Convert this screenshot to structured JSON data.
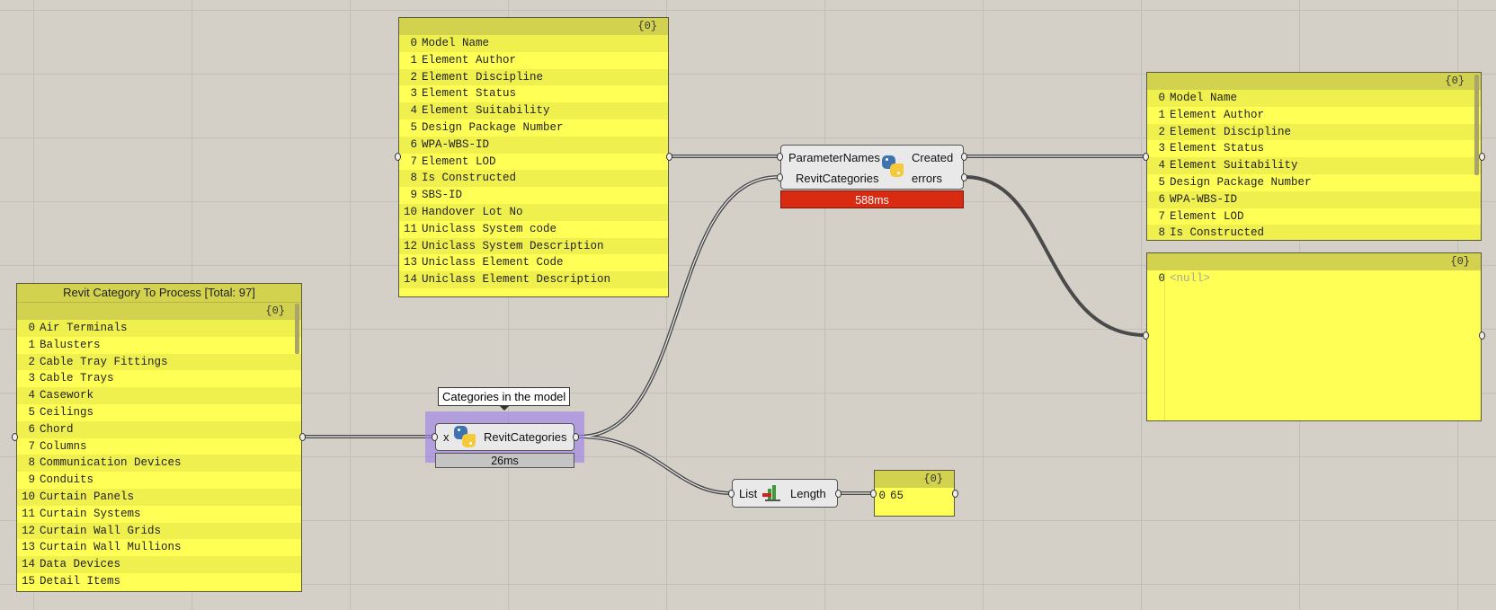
{
  "parameter_panel": {
    "path": "{0}",
    "items": [
      {
        "index": "0",
        "text": "Model Name"
      },
      {
        "index": "1",
        "text": "Element Author"
      },
      {
        "index": "2",
        "text": "Element Discipline"
      },
      {
        "index": "3",
        "text": "Element Status"
      },
      {
        "index": "4",
        "text": "Element Suitability"
      },
      {
        "index": "5",
        "text": "Design Package Number"
      },
      {
        "index": "6",
        "text": "WPA-WBS-ID"
      },
      {
        "index": "7",
        "text": "Element LOD"
      },
      {
        "index": "8",
        "text": "Is Constructed"
      },
      {
        "index": "9",
        "text": "SBS-ID"
      },
      {
        "index": "10",
        "text": "Handover Lot No"
      },
      {
        "index": "11",
        "text": "Uniclass System code"
      },
      {
        "index": "12",
        "text": "Uniclass System Description"
      },
      {
        "index": "13",
        "text": "Uniclass Element Code"
      },
      {
        "index": "14",
        "text": "Uniclass Element Description"
      }
    ]
  },
  "category_panel": {
    "title": "Revit Category To Process [Total: 97]",
    "path": "{0}",
    "items": [
      {
        "index": "0",
        "text": "Air Terminals"
      },
      {
        "index": "1",
        "text": "Balusters"
      },
      {
        "index": "2",
        "text": "Cable Tray Fittings"
      },
      {
        "index": "3",
        "text": "Cable Trays"
      },
      {
        "index": "4",
        "text": "Casework"
      },
      {
        "index": "5",
        "text": "Ceilings"
      },
      {
        "index": "6",
        "text": "Chord"
      },
      {
        "index": "7",
        "text": "Columns"
      },
      {
        "index": "8",
        "text": "Communication Devices"
      },
      {
        "index": "9",
        "text": "Conduits"
      },
      {
        "index": "10",
        "text": "Curtain Panels"
      },
      {
        "index": "11",
        "text": "Curtain Systems"
      },
      {
        "index": "12",
        "text": "Curtain Wall Grids"
      },
      {
        "index": "13",
        "text": "Curtain Wall Mullions"
      },
      {
        "index": "14",
        "text": "Data Devices"
      },
      {
        "index": "15",
        "text": "Detail Items"
      }
    ]
  },
  "created_panel": {
    "path": "{0}",
    "items": [
      {
        "index": "0",
        "text": "Model Name"
      },
      {
        "index": "1",
        "text": "Element Author"
      },
      {
        "index": "2",
        "text": "Element Discipline"
      },
      {
        "index": "3",
        "text": "Element Status"
      },
      {
        "index": "4",
        "text": "Element Suitability"
      },
      {
        "index": "5",
        "text": "Design Package Number"
      },
      {
        "index": "6",
        "text": "WPA-WBS-ID"
      },
      {
        "index": "7",
        "text": "Element LOD"
      },
      {
        "index": "8",
        "text": "Is Constructed"
      }
    ]
  },
  "errors_panel": {
    "path": "{0}",
    "items": [
      {
        "index": "0",
        "text": "<null>"
      }
    ]
  },
  "length_panel": {
    "path": "{0}",
    "items": [
      {
        "index": "0",
        "text": "65"
      }
    ]
  },
  "python_main": {
    "input_1": "ParameterNames",
    "input_2": "RevitCategories",
    "output_1": "Created",
    "output_2": "errors",
    "icon": "python-icon",
    "timer": "588ms",
    "timer_color": "#d92b12"
  },
  "python_categories": {
    "input": "x",
    "output": "RevitCategories",
    "icon": "python-icon",
    "timer": "26ms",
    "tooltip": "Categories in the model",
    "group_color": "#a082e6"
  },
  "list_length": {
    "input": "List",
    "output": "Length",
    "icon": "list-length-icon"
  },
  "colors": {
    "canvas": "#d4d0c8",
    "panel": "#ffff55",
    "panel_header": "#d2d24f"
  }
}
